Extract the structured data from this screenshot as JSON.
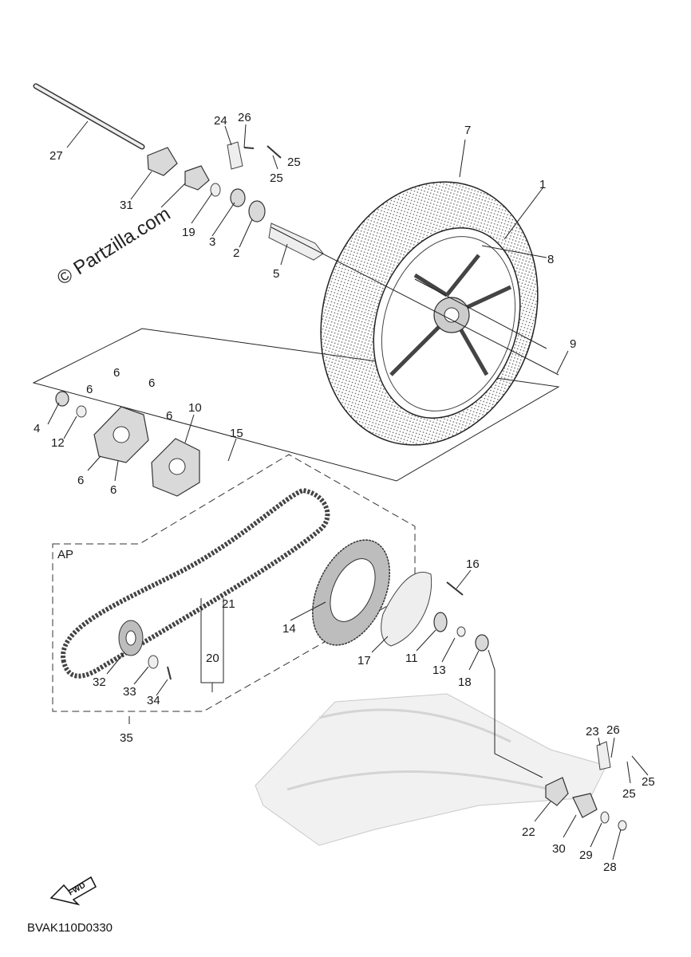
{
  "watermark": "© Partzilla.com",
  "diagram_code": "BVAK110D0330",
  "fwd_label": "FWD",
  "group_label": "AP",
  "callouts": [
    "1",
    "2",
    "3",
    "4",
    "5",
    "6",
    "7",
    "8",
    "9",
    "10",
    "11",
    "12",
    "13",
    "14",
    "15",
    "16",
    "17",
    "18",
    "19",
    "20",
    "21",
    "22",
    "23",
    "24",
    "25",
    "26",
    "27",
    "28",
    "29",
    "30",
    "31",
    "32",
    "33",
    "34",
    "35"
  ]
}
